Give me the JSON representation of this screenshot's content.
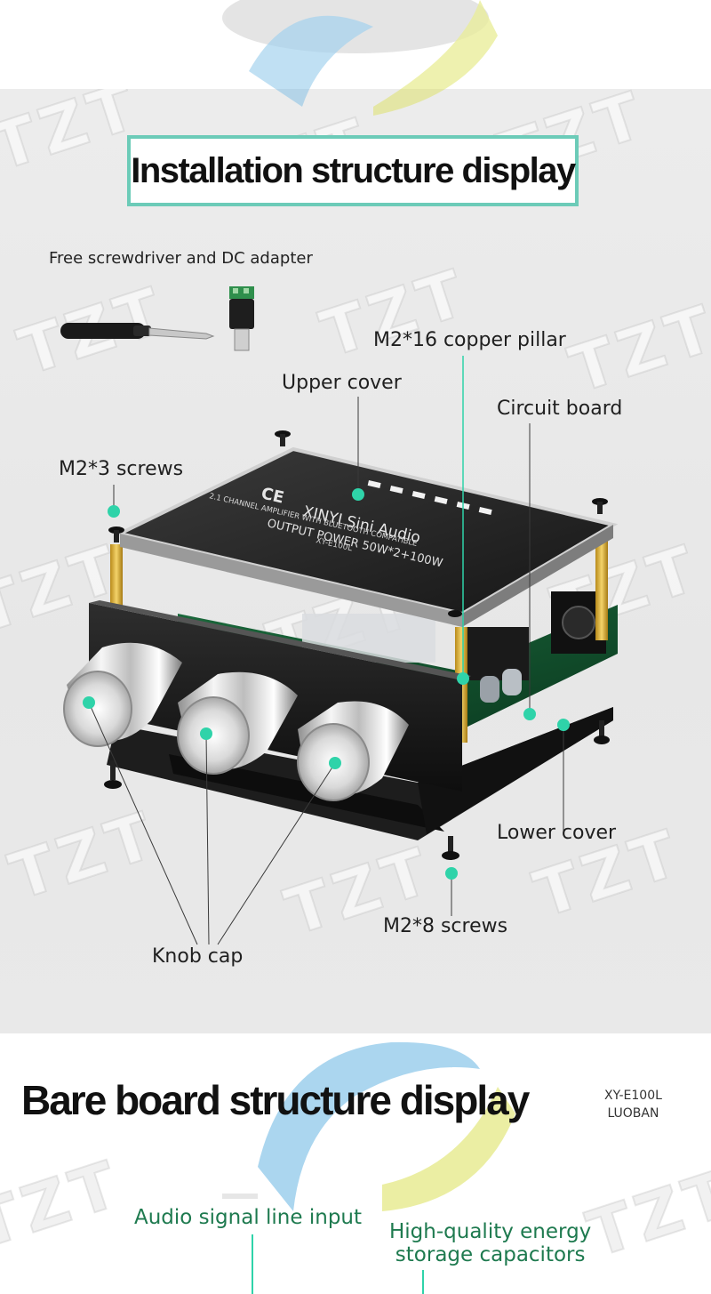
{
  "installation": {
    "title": "Installation structure display",
    "free_note": "Free screwdriver and DC adapter",
    "labels": {
      "copper_pillar": "M2*16 copper pillar",
      "upper_cover": "Upper cover",
      "circuit_board": "Circuit board",
      "m2x3_screws": "M2*3 screws",
      "lower_cover": "Lower cover",
      "m2x8_screws": "M2*8 screws",
      "knob_cap": "Knob cap"
    },
    "board_text": {
      "brand": "XINYI Sini Audio",
      "desc": "2.1 CHANNEL AMPLIFIER WITH BLUETOOTH COMPATIBLE",
      "power": "OUTPUT POWER 50W*2+100W",
      "model": "XY-E100L",
      "ce": "CE"
    }
  },
  "bare_board": {
    "title": "Bare board structure display",
    "model_line1": "XY-E100L",
    "model_line2": "LUOBAN",
    "label_audio_input": "Audio signal line input",
    "label_capacitors_line1": "High-quality energy",
    "label_capacitors_line2": "storage capacitors"
  },
  "watermark_text": "TZT",
  "colors": {
    "accent_teal": "#6ccbb8",
    "dot_teal": "#2fd3a9",
    "label_green": "#1e7a4f",
    "logo_blue": "#5aaee0",
    "logo_yellow": "#d8df4a"
  }
}
